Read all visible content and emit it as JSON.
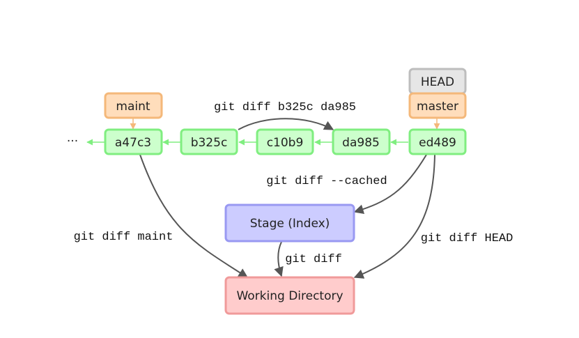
{
  "head": {
    "label": "HEAD"
  },
  "branches": {
    "maint": "maint",
    "master": "master"
  },
  "ellipsis": "···",
  "commits": [
    "a47c3",
    "b325c",
    "c10b9",
    "da985",
    "ed489"
  ],
  "areas": {
    "stage": "Stage (Index)",
    "working": "Working Directory"
  },
  "commands": {
    "diff_commits": "git diff b325c da985",
    "diff_cached": "git diff --cached",
    "diff_maint": "git diff maint",
    "diff_head": "git diff HEAD",
    "diff": "git diff"
  },
  "colors": {
    "commit_fill": "#ccffcc",
    "commit_stroke": "#80ee80",
    "branch_fill": "#ffddbb",
    "branch_stroke": "#f4b87a",
    "head_fill": "#e6e6e6",
    "head_stroke": "#bdbdbd",
    "stage_fill": "#ccccff",
    "stage_stroke": "#9999f2",
    "working_fill": "#ffcccc",
    "working_stroke": "#f09a9a",
    "arrow": "#555555"
  }
}
